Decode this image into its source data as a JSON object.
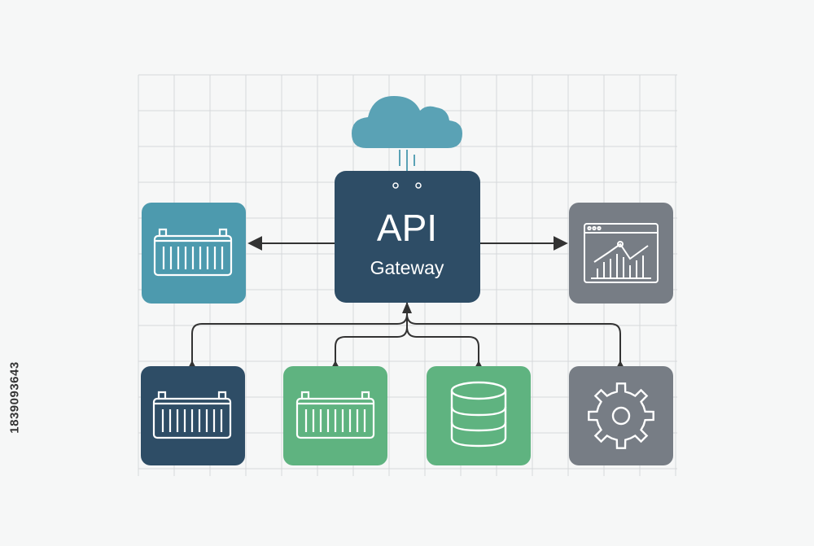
{
  "colors": {
    "background": "#f6f7f7",
    "grid": "#d6d9db",
    "navy": "#2e4d66",
    "teal": "#4d9aae",
    "green": "#5fb380",
    "gray": "#777d85",
    "cloud": "#5aa2b5",
    "line": "#333333"
  },
  "gateway": {
    "title": "API",
    "subtitle": "Gateway"
  },
  "nodes": [
    {
      "id": "top-left-container",
      "color": "teal",
      "icon": "container-icon"
    },
    {
      "id": "top-right-dashboard",
      "color": "gray",
      "icon": "dashboard-chart-icon"
    },
    {
      "id": "bottom-container-navy",
      "color": "navy",
      "icon": "container-icon"
    },
    {
      "id": "bottom-container-green",
      "color": "green",
      "icon": "container-icon"
    },
    {
      "id": "bottom-database",
      "color": "green",
      "icon": "database-icon"
    },
    {
      "id": "bottom-settings",
      "color": "gray",
      "icon": "gear-icon"
    }
  ],
  "cloud_icon": "cloud-icon",
  "watermark": {
    "id_text": "1839093643"
  }
}
